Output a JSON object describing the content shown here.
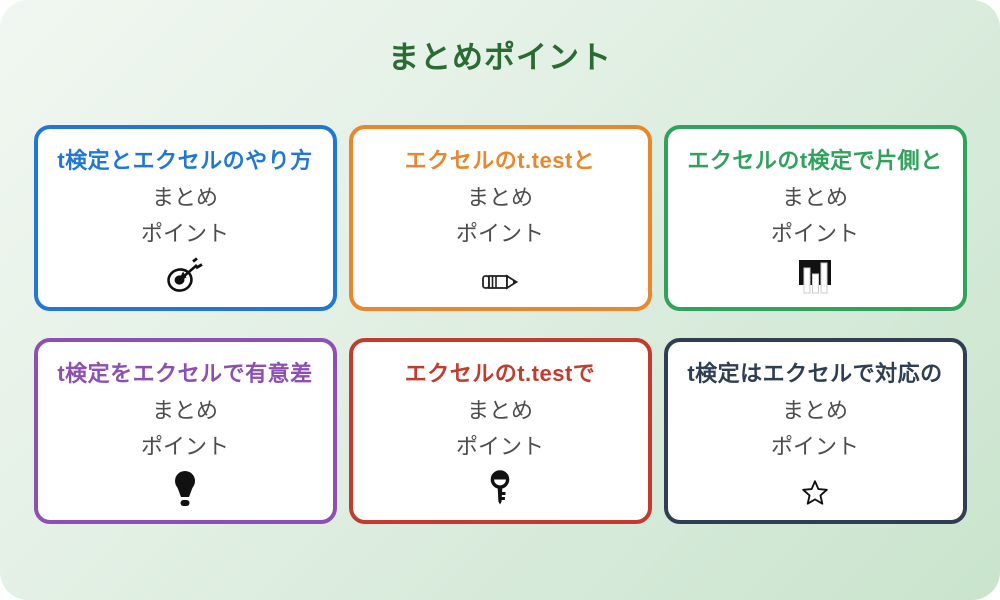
{
  "page": {
    "title": "まとめポイント",
    "title_color": "#2a6b33",
    "background_top_left": "#f1f7f1",
    "background_bottom_right": "#c9e4cd"
  },
  "cards": [
    {
      "title": "t検定とエクセルのやり方",
      "subtitle": "まとめ\nポイント",
      "icon": "target-icon",
      "accent": "#2178d4"
    },
    {
      "title": "エクセルのt.testと",
      "subtitle": "まとめ\nポイント",
      "icon": "pencil-icon",
      "accent": "#e8872b"
    },
    {
      "title": "エクセルのt検定で片側と",
      "subtitle": "まとめ\nポイント",
      "icon": "bar-chart-icon",
      "accent": "#2fa25b"
    },
    {
      "title": "t検定をエクセルで有意差",
      "subtitle": "まとめ\nポイント",
      "icon": "lightbulb-icon",
      "accent": "#8d4fb2"
    },
    {
      "title": "エクセルのt.testで",
      "subtitle": "まとめ\nポイント",
      "icon": "key-icon",
      "accent": "#c23b2d"
    },
    {
      "title": "t検定はエクセルで対応の",
      "subtitle": "まとめ\nポイント",
      "icon": "star-icon",
      "accent": "#2f3e52"
    }
  ]
}
